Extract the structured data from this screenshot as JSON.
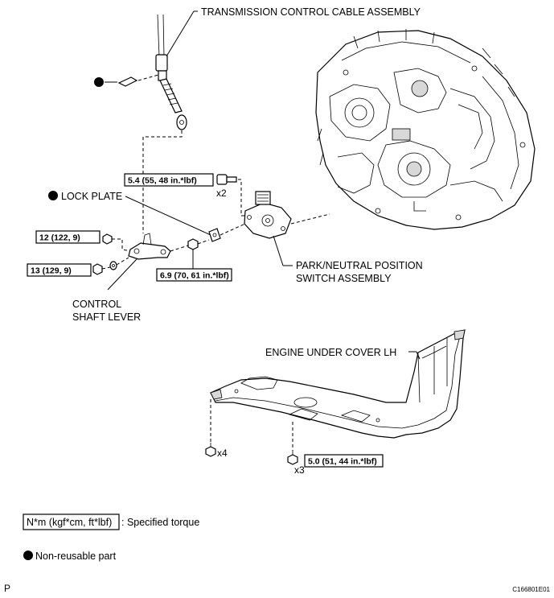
{
  "labels": {
    "transmission_cable": "TRANSMISSION CONTROL CABLE ASSEMBLY",
    "lock_plate": "LOCK PLATE",
    "park_neutral_line1": "PARK/NEUTRAL POSITION",
    "park_neutral_line2": "SWITCH ASSEMBLY",
    "control_shaft_line1": "CONTROL",
    "control_shaft_line2": "SHAFT LEVER",
    "engine_under_cover": "ENGINE UNDER COVER LH"
  },
  "torques": {
    "t_switch_bolt": "5.4 (55, 48 in.*lbf)",
    "t_nut_upper": "12 (122, 9)",
    "t_nut_lower": "13 (129, 9)",
    "t_lever_nut": "6.9 (70, 61 in.*lbf)",
    "t_cover_bolt": "5.0 (51, 44 in.*lbf)"
  },
  "quantities": {
    "q_switch_bolt": "x2",
    "q_cover_bolt_left": "x4",
    "q_cover_bolt_right": "x3"
  },
  "legend": {
    "torque_box": "N*m (kgf*cm, ft*lbf)",
    "torque_desc": ": Specified torque",
    "nonreusable": "Non-reusable part"
  },
  "footer": {
    "left_letter": "P",
    "code": "C166801E01"
  }
}
